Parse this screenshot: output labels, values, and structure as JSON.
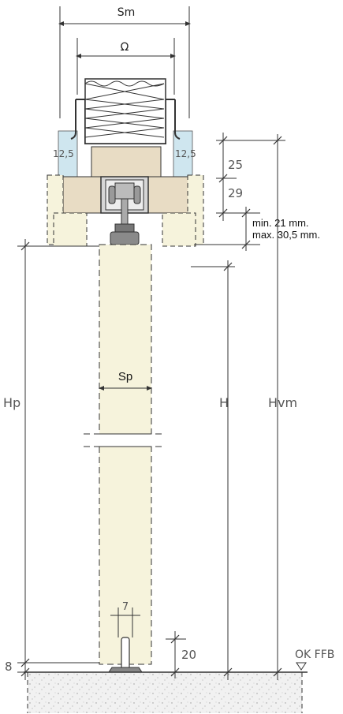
{
  "labels": {
    "sm": "Sm",
    "omega": "Ω",
    "wall_left": "12,5",
    "wall_right": "12,5",
    "dim_25": "25",
    "dim_29": "29",
    "gap_min": "min. 21 mm.",
    "gap_max": "max. 30,5 mm.",
    "sp": "Sp",
    "hp": "Hp",
    "h": "H",
    "hvm": "Hvm",
    "dim_7": "7",
    "dim_20": "20",
    "dim_8": "8",
    "ok_ffb": "OK FFB"
  },
  "colors": {
    "door": "#f6f3dc",
    "wood": "#e8dcc4",
    "glass": "#cfe6ef",
    "track": "#c9c9c9",
    "floor": "#eeeeee",
    "line": "#333333"
  }
}
